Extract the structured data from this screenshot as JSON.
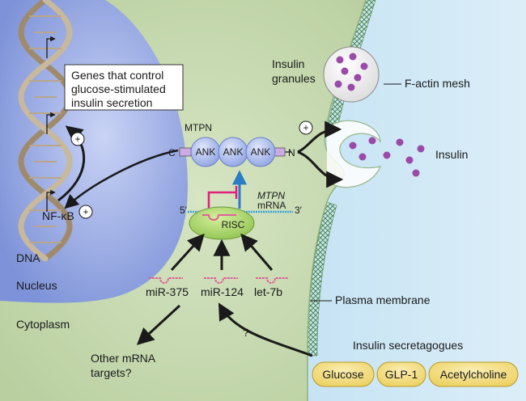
{
  "labels": {
    "genes_box": [
      "Genes that control",
      "glucose-stimulated",
      "insulin secretion"
    ],
    "insulin_granules": [
      "Insulin",
      "granules"
    ],
    "factin": "F-actin mesh",
    "insulin": "Insulin",
    "mtpn": "MTPN",
    "c_term": "C",
    "n_term": "N",
    "ank": "ANK",
    "mtpn_mrna_italic": "MTPN",
    "mrna": "mRNA",
    "five_prime": "5′",
    "three_prime": "3′",
    "risc": "RISC",
    "nfkb": "NF-κB",
    "dna": "DNA",
    "nucleus": "Nucleus",
    "cytoplasm": "Cytoplasm",
    "mirnas": [
      "miR-375",
      "miR-124",
      "let-7b"
    ],
    "plasma_membrane": "Plasma membrane",
    "other_targets": [
      "Other mRNA",
      "targets?"
    ],
    "question": "?",
    "secretagogues_title": "Insulin secretagogues",
    "secretagogues": [
      "Glucose",
      "GLP-1",
      "Acetylcholine"
    ],
    "plus": "+"
  },
  "colors": {
    "cytoplasm": "#c9dbb4",
    "nucleus": "#8a9fe0",
    "extracellular": "#bfe0f3",
    "dna_strand": "#b5a48a",
    "ank": "#a9b9ea",
    "risc": "#a8d56a",
    "secretagogue": "#f2dd7a",
    "mirna": "#e0609a",
    "mrna": "#3aa0d8",
    "granule": "#9a4aa8",
    "blue_arrow": "#2b7cc4",
    "inhibit": "#e0207a",
    "factin": "#4f8a4f"
  }
}
